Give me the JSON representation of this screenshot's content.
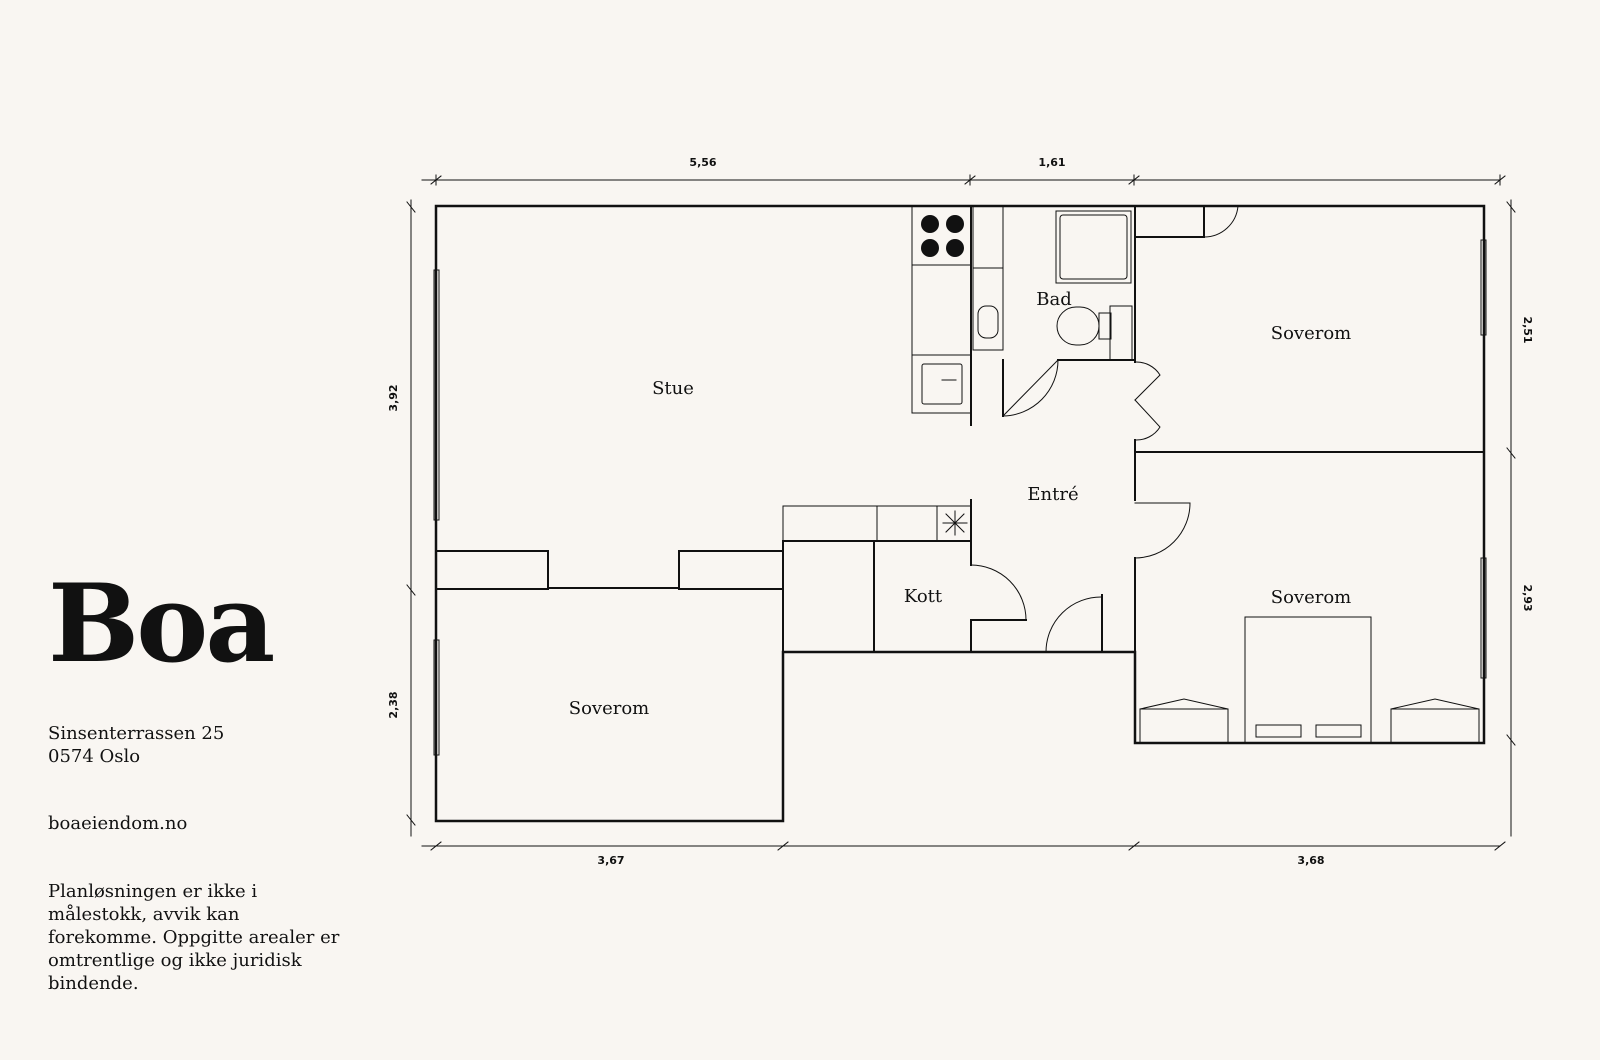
{
  "brand": {
    "name": "Boa"
  },
  "address": {
    "line1": "Sinsenterrassen 25",
    "line2": "0574 Oslo"
  },
  "website": "boaeiendom.no",
  "disclaimer": "Planløsningen er ikke i målestokk, avvik kan forekomme. Oppgitte arealer er omtrentlige og ikke juridisk bindende.",
  "dimensions": {
    "top_left": "5,56",
    "top_right": "1,61",
    "left_upper": "3,92",
    "left_lower": "2,38",
    "right_upper": "2,51",
    "right_lower": "2,93",
    "bottom_left": "3,67",
    "bottom_right": "3,68"
  },
  "rooms": {
    "stue": "Stue",
    "bad": "Bad",
    "soverom_top_right": "Soverom",
    "entre": "Entré",
    "kott": "Kott",
    "soverom_right": "Soverom",
    "soverom_bottom_left": "Soverom"
  },
  "colors": {
    "background": "#f9f6f2",
    "ink": "#111111"
  }
}
